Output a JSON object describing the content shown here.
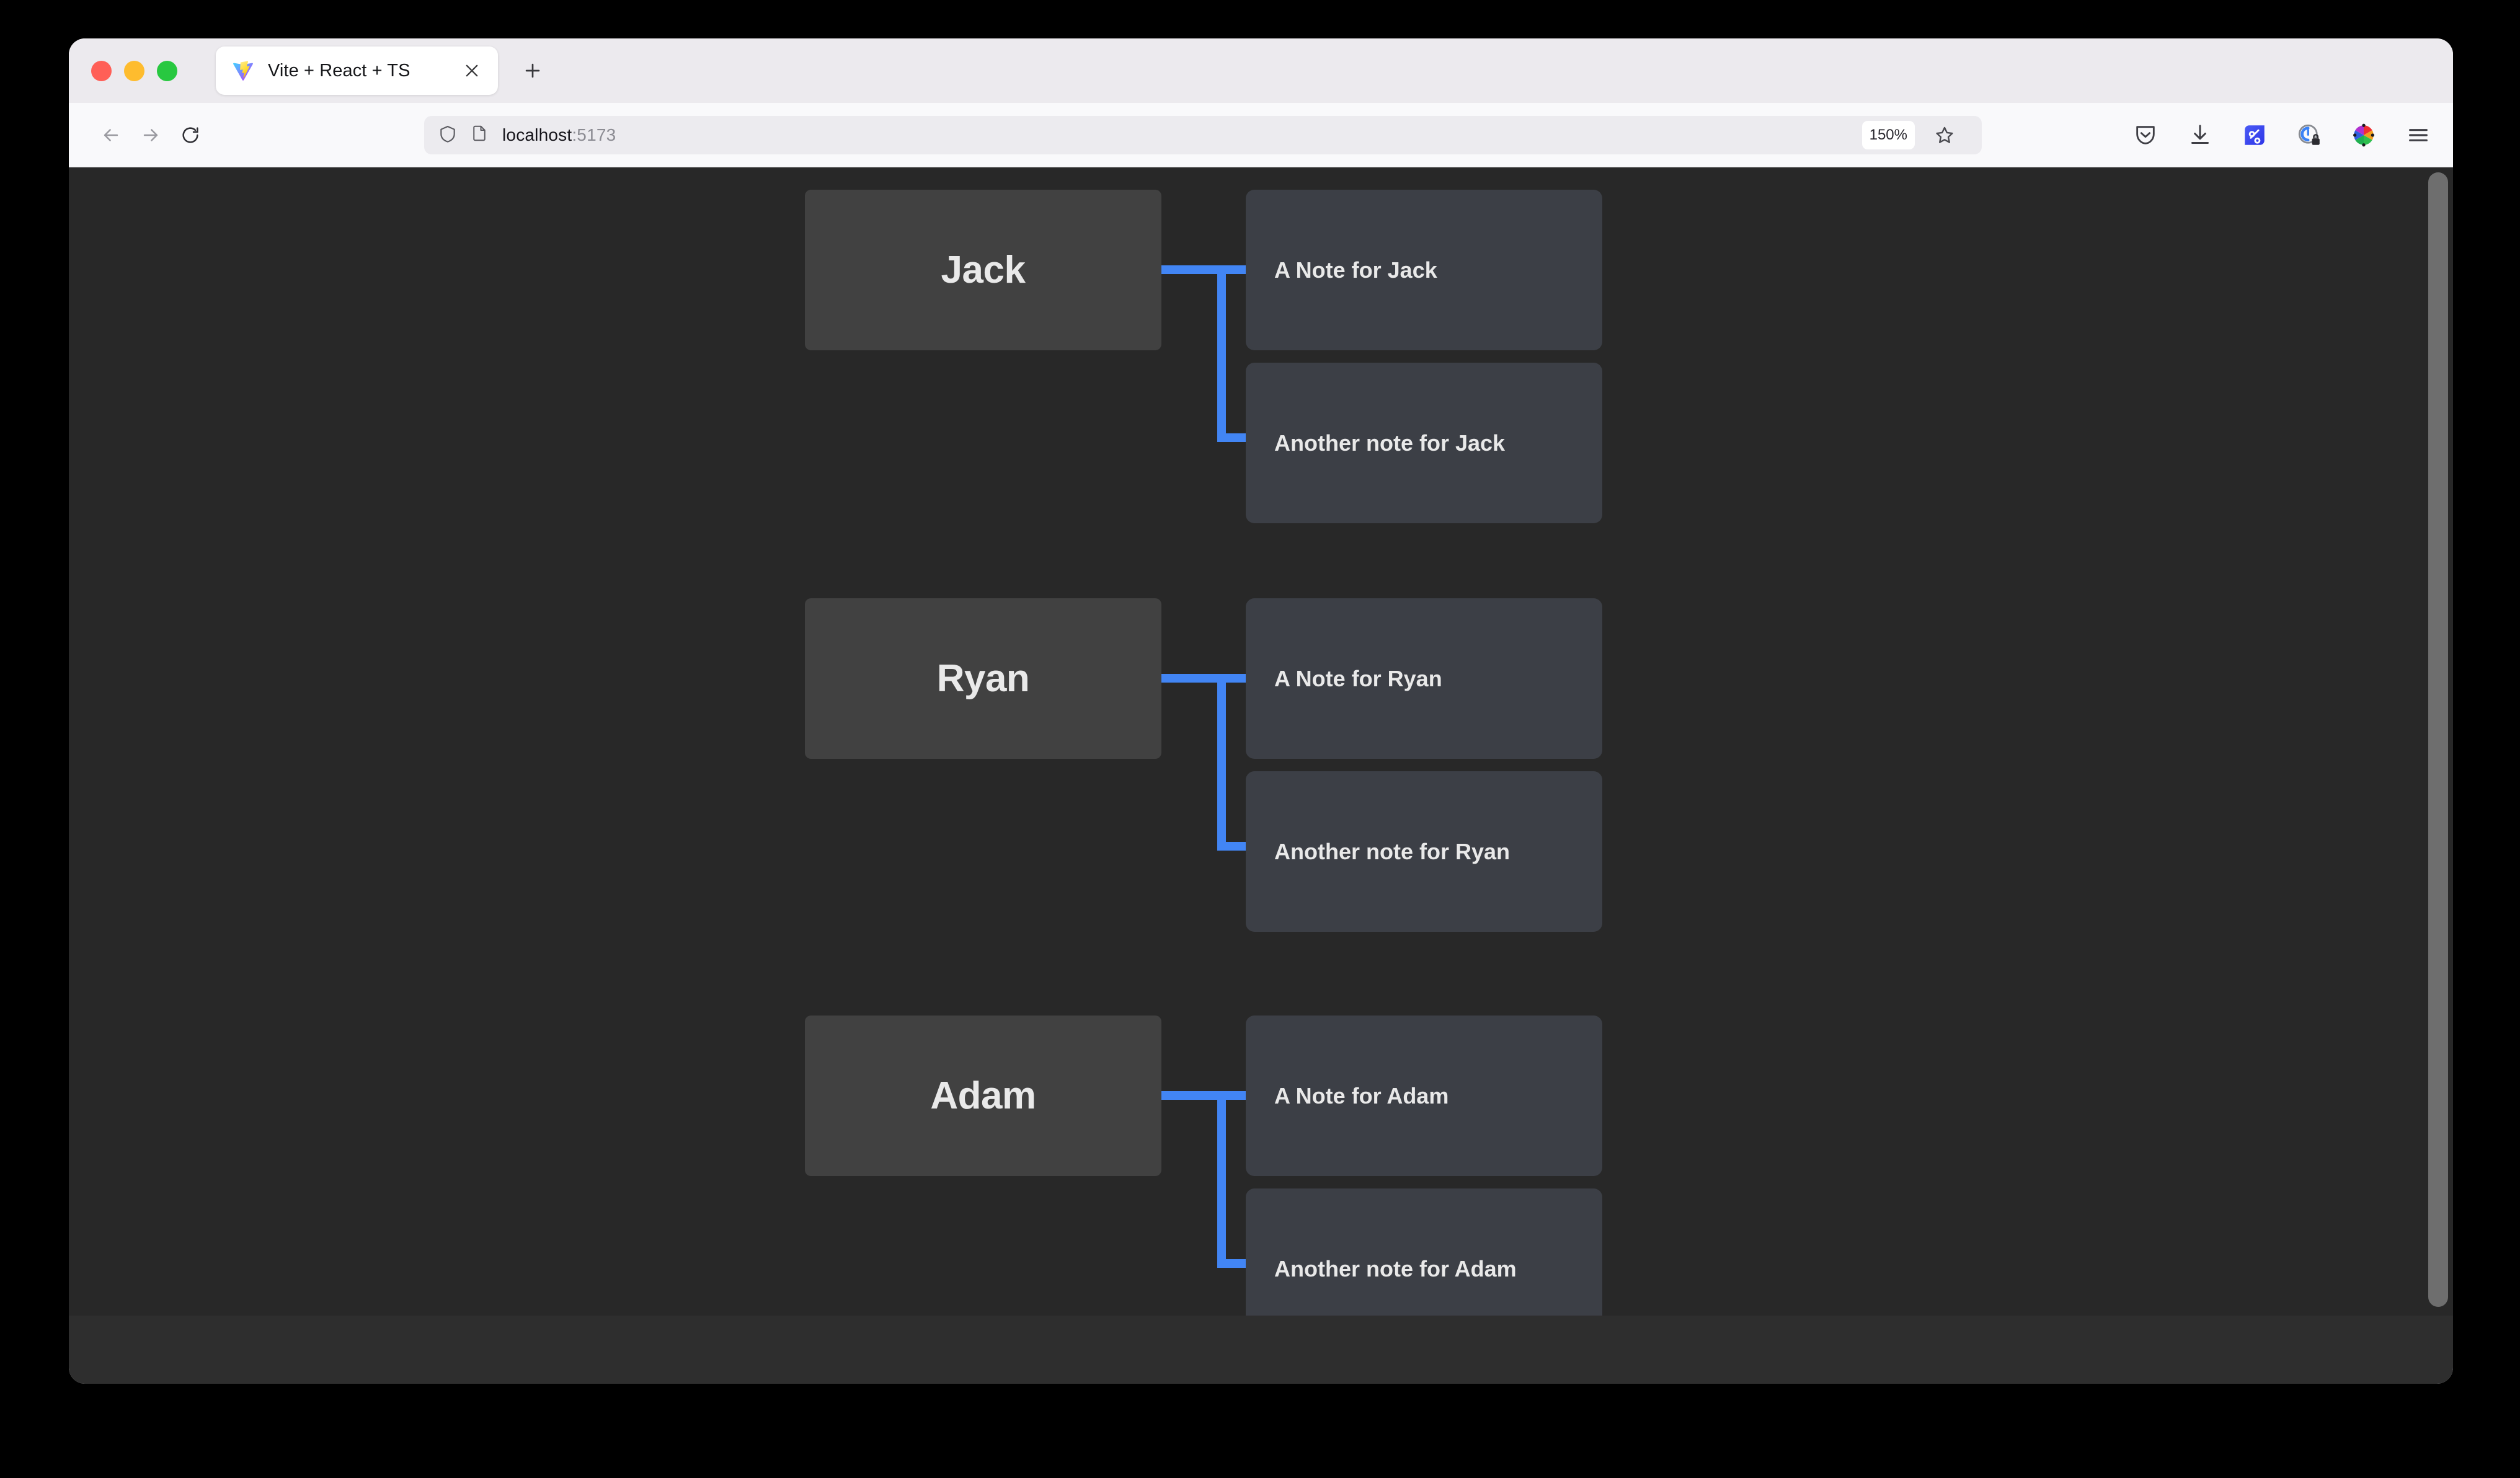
{
  "window": {
    "traffic_lights": [
      {
        "name": "close",
        "color": "#ff5f57"
      },
      {
        "name": "minimize",
        "color": "#febc2e"
      },
      {
        "name": "maximize",
        "color": "#28c840"
      }
    ]
  },
  "tab_strip": {
    "tabs": [
      {
        "title": "Vite + React + TS",
        "favicon": "vite-logo-icon",
        "active": true
      }
    ],
    "close_label": "×",
    "new_tab_label": "+"
  },
  "toolbar": {
    "back_label": "←",
    "forward_label": "→",
    "reload_label": "⟳",
    "url": {
      "host": "localhost",
      "port": ":5173",
      "full": "localhost:5173",
      "shield_icon": "shield-icon",
      "page_icon": "page-icon"
    },
    "zoom_level": "150%",
    "bookmark_icon": "star-icon",
    "right_icons": [
      {
        "name": "pocket-icon"
      },
      {
        "name": "downloads-icon"
      },
      {
        "name": "extension-bitwarden-icon"
      },
      {
        "name": "privacy-lock-icon"
      },
      {
        "name": "color-wheel-icon"
      },
      {
        "name": "hamburger-menu-icon"
      }
    ]
  },
  "colors": {
    "page_background": "#282828",
    "person_card": "#414141",
    "note_card": "#3c3f46",
    "connector": "#4285f4",
    "text": "#e9e9e9"
  },
  "graph": {
    "people": [
      {
        "name": "Jack",
        "notes": [
          {
            "text": "A Note for Jack"
          },
          {
            "text": "Another note for Jack"
          }
        ]
      },
      {
        "name": "Ryan",
        "notes": [
          {
            "text": "A Note for Ryan"
          },
          {
            "text": "Another note for Ryan"
          }
        ]
      },
      {
        "name": "Adam",
        "notes": [
          {
            "text": "A Note for Adam"
          },
          {
            "text": "Another note for Adam"
          }
        ]
      }
    ]
  }
}
